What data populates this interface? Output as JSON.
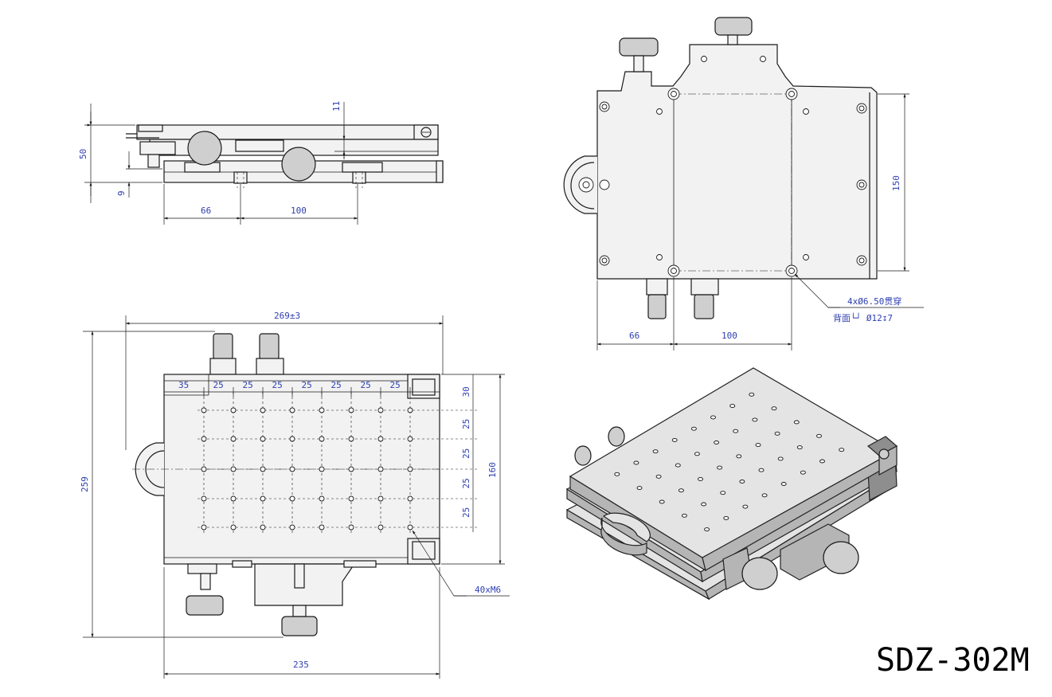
{
  "model": "SDZ-302M",
  "side_view": {
    "dims": [
      "50",
      "11",
      "9",
      "66",
      "100"
    ]
  },
  "top_right_view": {
    "dims": [
      "150",
      "66",
      "100"
    ],
    "hole_note_line1": "4xØ6.50贯穿",
    "hole_note_line2": "背面└┘ Ø12↧7"
  },
  "top_view": {
    "overall_width": "269±3",
    "overall_height": "259",
    "base_width": "235",
    "row_spacings": [
      "35",
      "25",
      "25",
      "25",
      "25",
      "25",
      "25",
      "25"
    ],
    "col_spacings": [
      "30",
      "25",
      "25",
      "25",
      "25"
    ],
    "pattern_height": "160",
    "hole_note": "40xM6"
  },
  "iso_view": {}
}
